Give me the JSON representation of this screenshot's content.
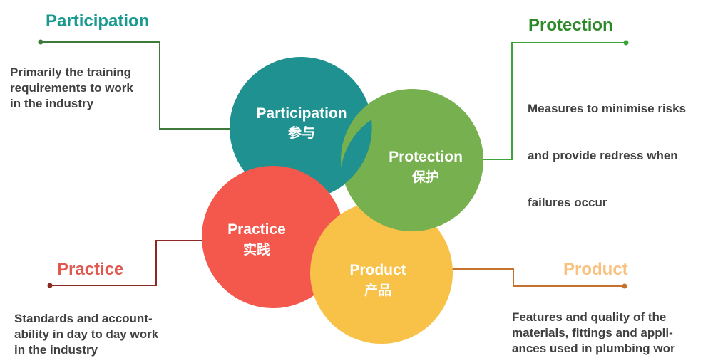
{
  "colors": {
    "participation": "#1f9190",
    "protection": "#77b04e",
    "practice": "#f4574c",
    "product": "#f8c148",
    "participation_title": "#1a9a8e",
    "protection_title": "#2c8a28",
    "practice_title": "#e0584f",
    "product_title": "#f9c07e",
    "participation_line": "#3e7a3c",
    "protection_line": "#3ba53a",
    "practice_line": "#8a2a22",
    "product_line": "#c5722e"
  },
  "participation": {
    "title": "Participation",
    "circle_en": "Participation",
    "circle_zh": "参与",
    "desc": [
      "Primarily the training",
      "requirements to work",
      "in the industry"
    ]
  },
  "protection": {
    "title": "Protection",
    "circle_en": "Protection",
    "circle_zh": "保护",
    "desc": [
      "Measures to minimise risks",
      " and provide redress when",
      "failures occur"
    ]
  },
  "practice": {
    "title": "Practice",
    "circle_en": "Practice",
    "circle_zh": "实践",
    "desc": [
      "Standards and account-",
      "ability in day to day work",
      "in the industry"
    ]
  },
  "product": {
    "title": "Product",
    "circle_en": "Product",
    "circle_zh": "产品",
    "desc": [
      "Features and quality of the",
      "materials, fittings and appli-",
      "ances used in plumbing wor"
    ]
  }
}
